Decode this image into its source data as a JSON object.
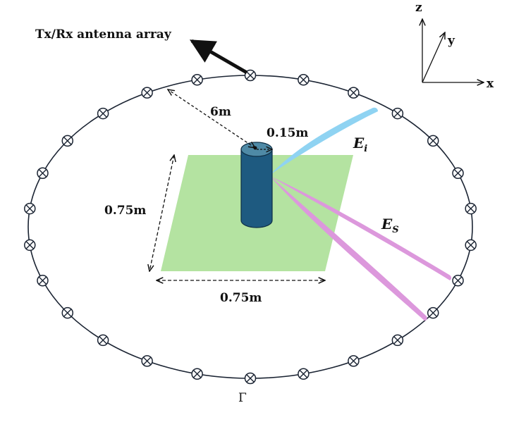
{
  "labels": {
    "antenna_array": "Tx/Rx antenna array",
    "radius": "6m",
    "cyl_radius": "0.15m",
    "side_left": "0.75m",
    "side_bottom": "0.75m",
    "incident_base": "E",
    "incident_sub": "i",
    "scattered_base": "E",
    "scattered_sub": "S",
    "contour": "Γ"
  },
  "axes": {
    "z": "z",
    "y": "y",
    "x": "x"
  },
  "colors": {
    "ground_plane": "#b4e3a1",
    "cylinder": "#1e5a80",
    "cylinder_top": "#4f8aa6",
    "incident_beam": "#8fd3f2",
    "scattered_beam": "#dc98dc",
    "ring": "#1b2433"
  },
  "antenna_count": 26
}
